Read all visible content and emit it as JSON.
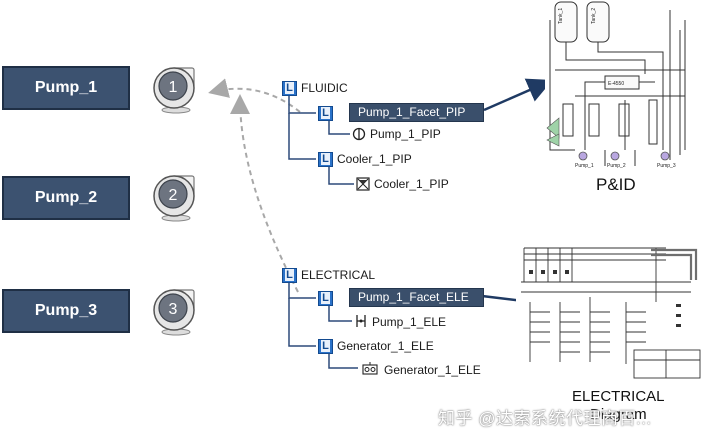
{
  "pumps": [
    {
      "label": "Pump_1",
      "number": "1"
    },
    {
      "label": "Pump_2",
      "number": "2"
    },
    {
      "label": "Pump_3",
      "number": "3"
    }
  ],
  "fluidic": {
    "root": "FLUIDIC",
    "facet": "Pump_1_Facet_PIP",
    "pump_pip": "Pump_1_PIP",
    "cooler": "Cooler_1_PIP",
    "cooler_child": "Cooler_1_PIP"
  },
  "electrical": {
    "root": "ELECTRICAL",
    "facet": "Pump_1_Facet_ELE",
    "pump_ele": "Pump_1_ELE",
    "generator": "Generator_1_ELE",
    "generator_child": "Generator_1_ELE"
  },
  "pid": {
    "caption": "P&ID",
    "tanks": [
      "Tank_1",
      "Tank_2"
    ],
    "exchanger": "E-4550",
    "pumps": [
      "Pump_1",
      "Pump_2",
      "Pump_3"
    ]
  },
  "electrical_diagram": {
    "caption_line1": "ELECTRICAL",
    "caption_line2": "Diagram"
  },
  "watermark": "知乎 @达索系统代理商百...",
  "colors": {
    "pump_box": "#3c5270",
    "facet": "#3a4f6b",
    "arrow": "#1f3a63",
    "tree_line": "#2d4a7a",
    "node_icon": "#2a72c9"
  }
}
